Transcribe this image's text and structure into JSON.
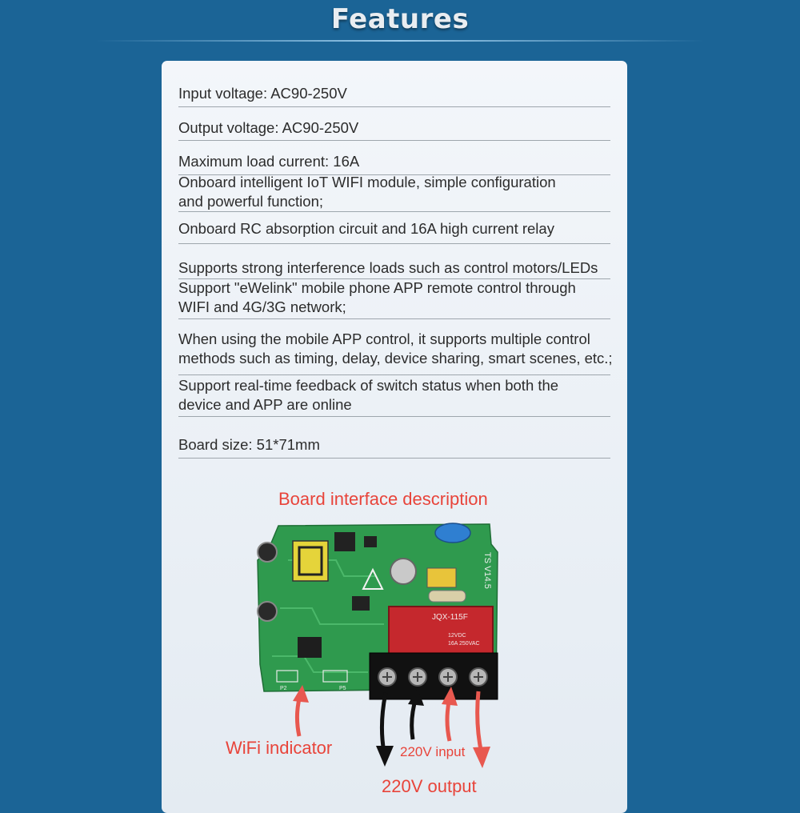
{
  "header": {
    "title": "Features"
  },
  "features": [
    "Input voltage: AC90-250V",
    "Output voltage: AC90-250V",
    "Maximum load current: 16A",
    "Onboard intelligent IoT WIFI module, simple configuration",
    "and powerful function;",
    "Onboard RC absorption circuit and 16A high current relay",
    "Supports strong interference loads such as control motors/LEDs",
    "Support \"eWelink\" mobile phone APP remote control through",
    "WIFI and 4G/3G network;",
    "When using the mobile APP control, it supports multiple control",
    "methods such as timing, delay, device sharing, smart scenes, etc.;",
    "Support real-time feedback of switch status when both the",
    "device and APP are online",
    "Board size: 51*71mm"
  ],
  "board": {
    "title": "Board interface description",
    "wifi_label": "WiFi indicator",
    "input_label": "220V input",
    "output_label": "220V output",
    "relay_text_1": "JQX-115F",
    "relay_text_2": "12VDC",
    "relay_text_3": "16A 250VAC",
    "silk_text": "TS V14.5",
    "pin_label_1": "P2",
    "pin_label_2": "P5"
  },
  "colors": {
    "background": "#1b6496",
    "card": "#f0f4f8",
    "caption_red": "#e8443a",
    "pcb_green": "#2f9a4e",
    "arrow_red": "#e8584f",
    "arrow_black": "#111111"
  }
}
